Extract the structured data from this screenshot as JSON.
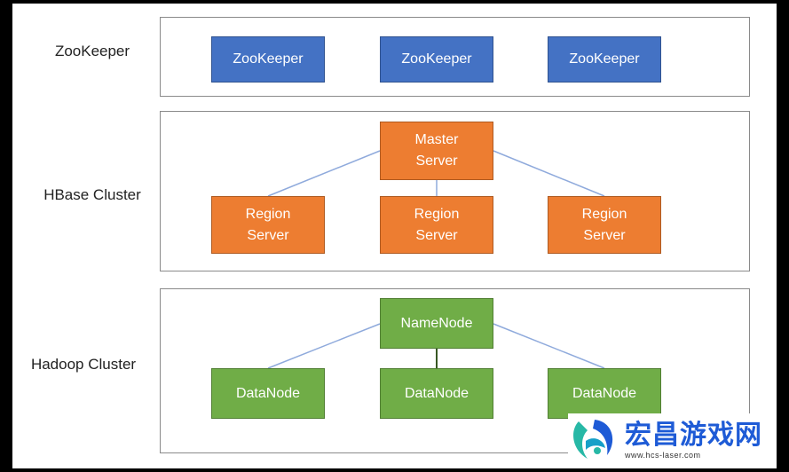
{
  "layers": {
    "zookeeper": {
      "label": "ZooKeeper",
      "nodes": [
        "ZooKeeper",
        "ZooKeeper",
        "ZooKeeper"
      ]
    },
    "hbase": {
      "label": "HBase Cluster",
      "master": "Master\nServer",
      "nodes": [
        "Region\nServer",
        "Region\nServer",
        "Region\nServer"
      ]
    },
    "hadoop": {
      "label": "Hadoop Cluster",
      "master": "NameNode",
      "nodes": [
        "DataNode",
        "DataNode",
        "DataNode"
      ]
    }
  },
  "colors": {
    "zookeeper": "#4472c4",
    "hbase": "#ed7d31",
    "hadoop": "#70ad47",
    "connector_light": "#8faadc",
    "connector_dark": "#385723"
  },
  "watermark": {
    "title": "宏昌游戏网",
    "url": "www.hcs-laser.com"
  }
}
